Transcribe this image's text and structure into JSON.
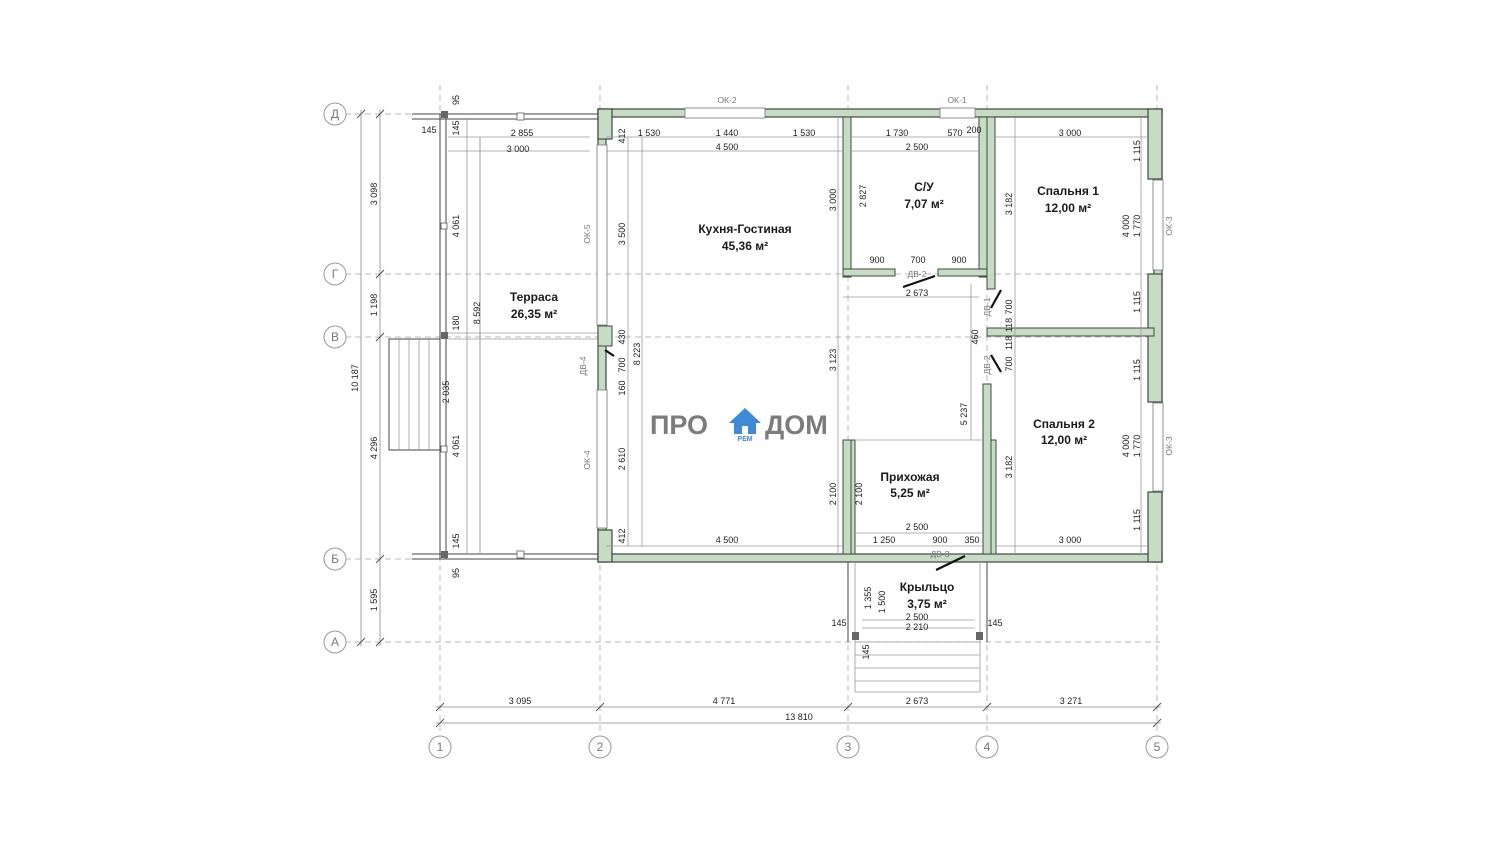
{
  "axes": {
    "columns": [
      "1",
      "2",
      "3",
      "4",
      "5"
    ],
    "rows": [
      "Д",
      "Г",
      "В",
      "Б",
      "А"
    ]
  },
  "rooms": [
    {
      "name": "Терраса",
      "area": "26,35 м²"
    },
    {
      "name": "Кухня-Гостиная",
      "area": "45,36 м²"
    },
    {
      "name": "С/У",
      "area": "7,07 м²"
    },
    {
      "name": "Спальня 1",
      "area": "12,00 м²"
    },
    {
      "name": "Спальня 2",
      "area": "12,00 м²"
    },
    {
      "name": "Прихожая",
      "area": "5,25 м²"
    },
    {
      "name": "Крыльцо",
      "area": "3,75 м²"
    }
  ],
  "marks": {
    "ok1": "ОК-1",
    "ok2": "ОК-2",
    "ok3": "ОК-3",
    "ok4": "ОК-4",
    "ok5": "ОК-5",
    "dv1": "ДВ-1",
    "dv2": "ДВ-2",
    "dv3": "ДВ-3",
    "dv4": "ДВ-4"
  },
  "dimensions": {
    "overall_width": "13 810",
    "overall_height": "10 187",
    "bottom": [
      "3 095",
      "4 771",
      "2 673",
      "3 271"
    ],
    "left": [
      "3 098",
      "1 198",
      "4 296",
      "1 595"
    ],
    "top_row": [
      "145",
      "2 855",
      "1 530",
      "1 440",
      "1 530",
      "1 730",
      "570",
      "200",
      "3 000"
    ],
    "second_row": [
      "3 000",
      "4 500",
      "2 500"
    ],
    "vertical": [
      "95",
      "145",
      "4 061",
      "180",
      "8 592",
      "2 035",
      "4 061",
      "145",
      "95",
      "412",
      "3 500",
      "430",
      "700",
      "160",
      "8 223",
      "2 610",
      "412",
      "3 000",
      "2 827",
      "3 123",
      "2 100",
      "2 100",
      "3 182",
      "700",
      "118",
      "460",
      "118",
      "700",
      "5 237",
      "3 182",
      "1 115",
      "4 000",
      "1 770",
      "1 115",
      "1 115",
      "4 000",
      "1 770",
      "1 115",
      "1 355",
      "1 500",
      "145"
    ],
    "wc_bottom": [
      "900",
      "700",
      "900"
    ],
    "hall": [
      "2 673",
      "2 500",
      "1 250",
      "900",
      "350",
      "4 500",
      "3 000"
    ],
    "porch": [
      "145",
      "2 500",
      "2 210",
      "145"
    ]
  },
  "logo": {
    "left": "ПРО",
    "right": "ДОМ",
    "sub": "РЕМ"
  },
  "colors": {
    "wall": "#c7dcc5",
    "logo_house": "#3f8ad6"
  }
}
